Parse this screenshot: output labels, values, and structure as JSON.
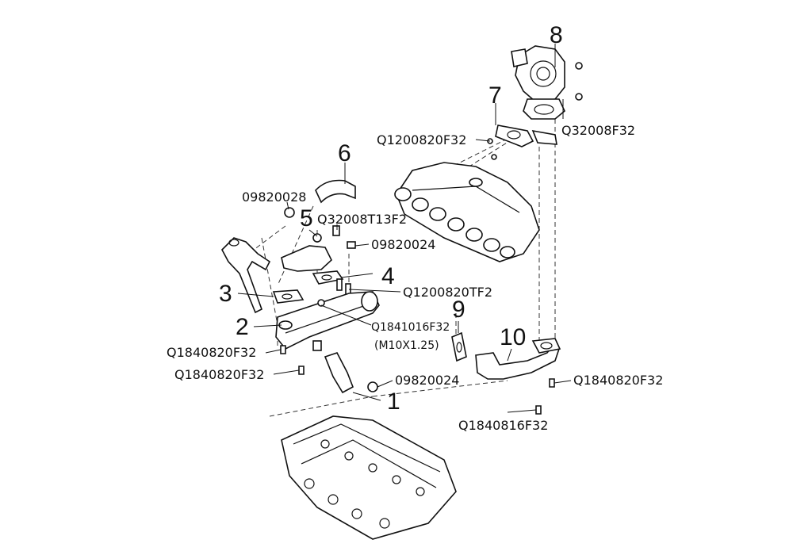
{
  "callouts": {
    "n1": "1",
    "n2": "2",
    "n3": "3",
    "n4": "4",
    "n5": "5",
    "n6": "6",
    "n7": "7",
    "n8": "8",
    "n9": "9",
    "n10": "10"
  },
  "codes": {
    "q1200820f32": "Q1200820F32",
    "q32008f32": "Q32008F32",
    "c09820028": "09820028",
    "q32008t13f2": "Q32008T13F2",
    "c09820024_top": "09820024",
    "q1200820tf2": "Q1200820TF2",
    "q1841016f32": "Q1841016F32",
    "m10x125": "(M10X1.25)",
    "q1840820f32_a": "Q1840820F32",
    "q1840820f32_b": "Q1840820F32",
    "c09820024_bottom": "09820024",
    "q1840820f32_right": "Q1840820F32",
    "q1840816f32": "Q1840816F32"
  }
}
